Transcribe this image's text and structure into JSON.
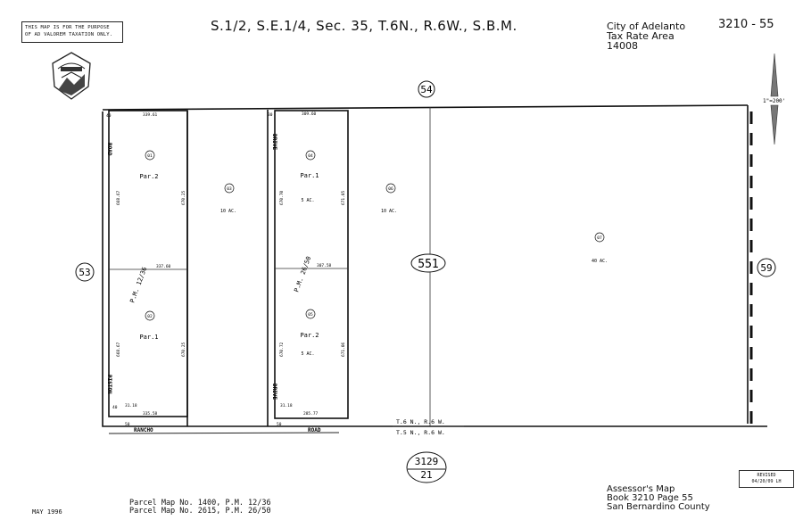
{
  "header": {
    "disclaimer": [
      "THIS MAP IS FOR THE PURPOSE",
      "OF AD VALOREM TAXATION ONLY."
    ],
    "title": "S.1/2, S.E.1/4, Sec. 35, T.6N., R.6W., S.B.M.",
    "tax_rate_area": [
      "City of Adelanto",
      "Tax Rate Area",
      "14008"
    ],
    "map_number": "3210 - 55",
    "scale": "1\"=200'"
  },
  "map": {
    "adjacent_pages": {
      "north": "54",
      "west": "53",
      "east": "59",
      "south_top": "3129",
      "south_bottom": "21"
    },
    "block_number": "551",
    "parcels": [
      {
        "id": "01",
        "label": "Par.2",
        "acres": ""
      },
      {
        "id": "02",
        "label": "Par.1",
        "acres": ""
      },
      {
        "id": "03",
        "label": "",
        "acres": "10 AC."
      },
      {
        "id": "04",
        "label": "Par.1",
        "acres": "5 AC."
      },
      {
        "id": "05",
        "label": "Par.2",
        "acres": "5 AC."
      },
      {
        "id": "06",
        "label": "",
        "acres": "10 AC."
      },
      {
        "id": "07",
        "label": "",
        "acres": "40 AC."
      }
    ],
    "dimensions": {
      "top_left": "339.61",
      "top_mid": "309.60",
      "mid_left": "337.60",
      "mid_mid": "307.58",
      "bot_left": "335.58",
      "bot_mid": "285.77",
      "left_v1": "668.67",
      "left_v2": "670.25",
      "left_v3": "668.67",
      "left_v4": "670.25",
      "mid_v1": "670.70",
      "mid_v2": "671.05",
      "mid_v3": "670.72",
      "mid_v4": "671.06",
      "corner_40": "40",
      "corner_30": "30",
      "corner_50": "50",
      "arc": "31.18"
    },
    "pm_refs": [
      "P.M. 12/36",
      "P.M. 26/50"
    ],
    "roads": [
      "ROAD",
      "PISTON",
      "DRIVE",
      "DRIVE",
      "RANCHO",
      "ROAD"
    ],
    "township_lines": [
      "T.6 N.,  R.6 W.",
      "T.5 N.,  R.6 W."
    ]
  },
  "footer": {
    "date": "MAY 1996",
    "parcel_maps": [
      "Parcel Map No. 1400, P.M. 12/36",
      "Parcel Map No. 2615, P.M. 26/50"
    ],
    "assessor": [
      "Assessor's Map",
      "Book 3210 Page 55",
      "San Bernardino County"
    ],
    "revised": [
      "REVISED",
      "04/20/09 LH"
    ]
  }
}
